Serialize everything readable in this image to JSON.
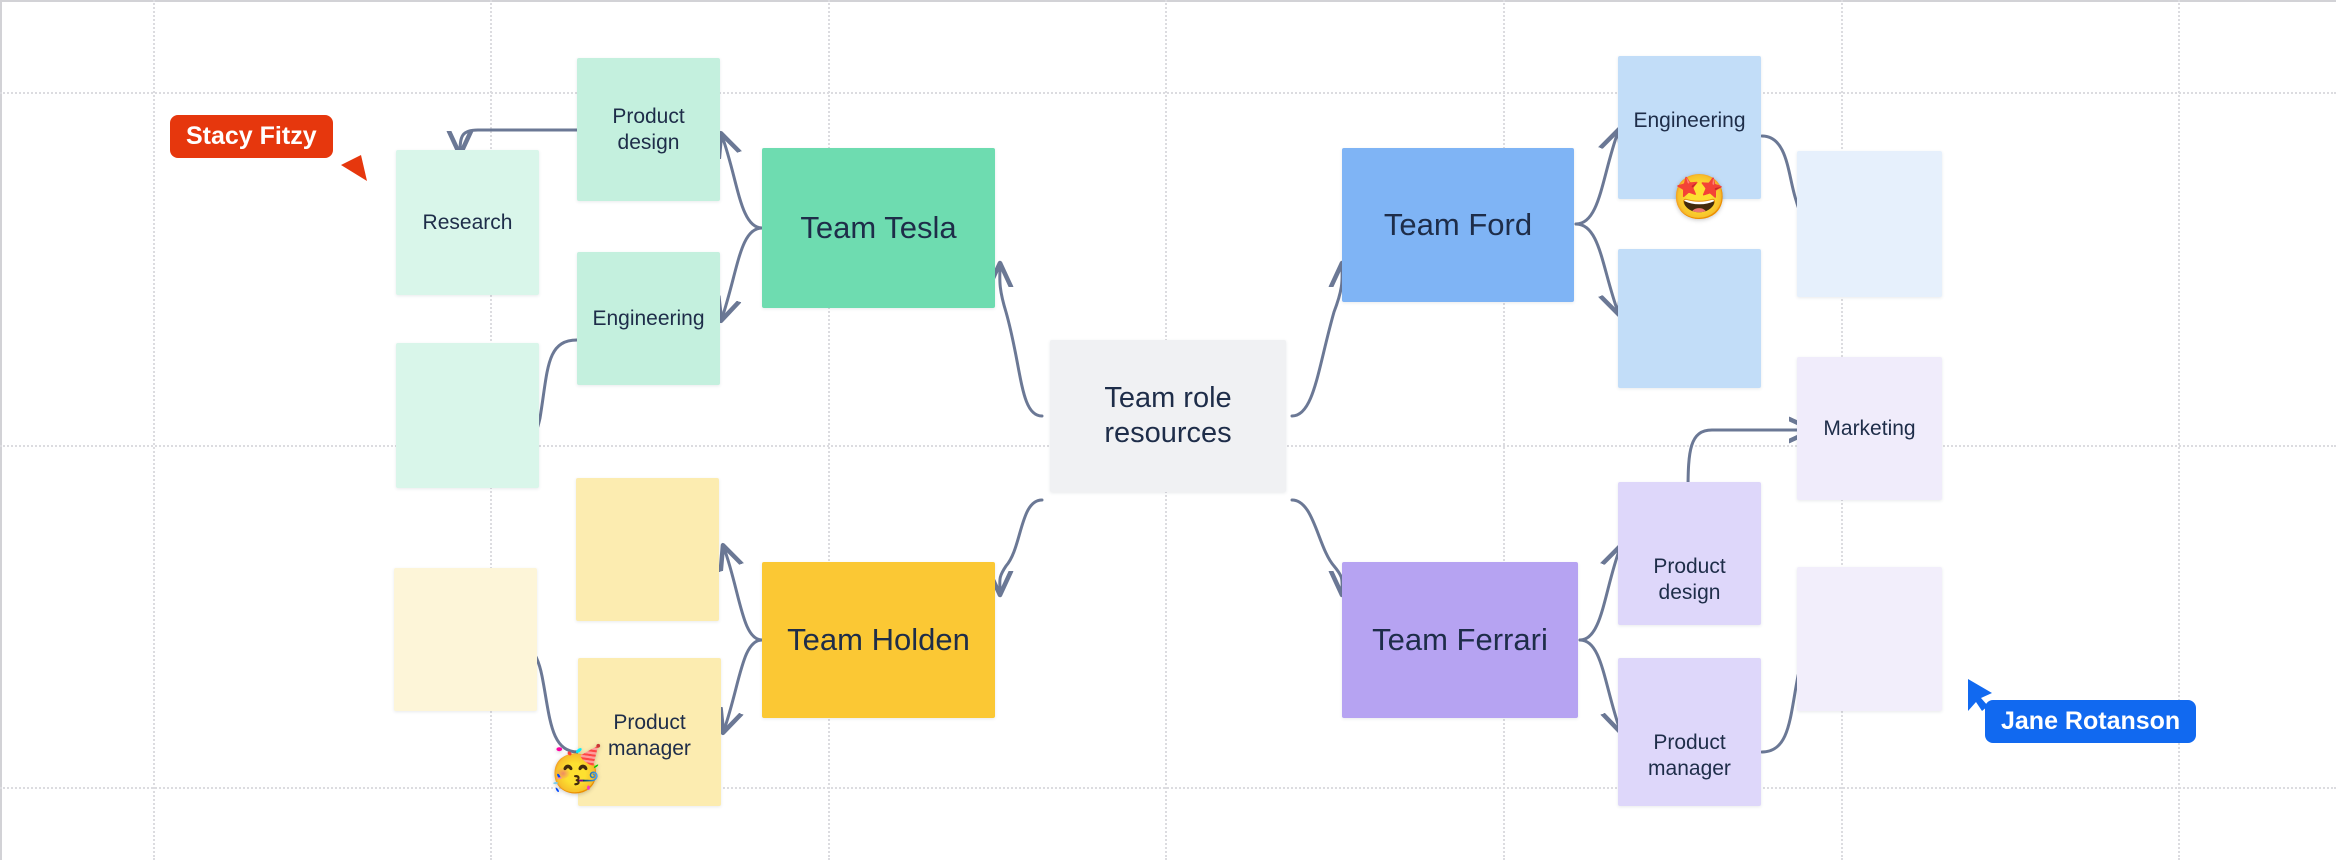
{
  "canvas": {
    "type": "whiteboard-canvas",
    "background_color": "#ffffff",
    "grid": {
      "style": "dotted",
      "color": "#dcdce0",
      "vertical_x": [
        153,
        490,
        828,
        1165,
        1503,
        1841,
        2178
      ],
      "horizontal_y": [
        92,
        445,
        787
      ]
    }
  },
  "center_node": {
    "label": "Team role resources",
    "color": "#f0f1f3"
  },
  "teams": [
    {
      "id": "tesla",
      "label": "Team Tesla",
      "color": "#6edcb0",
      "children": [
        {
          "label": "Product design",
          "color": "#c4f0de"
        },
        {
          "label": "Engineering",
          "color": "#c4f0de"
        }
      ],
      "grandchildren": [
        {
          "label": "Research",
          "color": "#d9f6ea"
        },
        {
          "label": "",
          "color": "#d9f6ea"
        }
      ]
    },
    {
      "id": "holden",
      "label": "Team Holden",
      "color": "#fbc834",
      "children": [
        {
          "label": "",
          "color": "#fcecb0"
        },
        {
          "label": "Product manager",
          "color": "#fcecb0"
        }
      ],
      "grandchildren": [
        {
          "label": "",
          "color": "#fdf5d8"
        }
      ]
    },
    {
      "id": "ford",
      "label": "Team Ford",
      "color": "#7fb4f5",
      "children": [
        {
          "label": "Engineering",
          "color": "#c2ddf8"
        },
        {
          "label": "",
          "color": "#c2ddf8"
        }
      ],
      "grandchildren": [
        {
          "label": "",
          "color": "#e6f0fc"
        }
      ]
    },
    {
      "id": "ferrari",
      "label": "Team Ferrari",
      "color": "#b6a3f2",
      "children": [
        {
          "label": "Product design",
          "color": "#ded7fa"
        },
        {
          "label": "Product manager",
          "color": "#ded7fa"
        }
      ],
      "grandchildren": [
        {
          "label": "Marketing",
          "color": "#f0ecfb"
        },
        {
          "label": "",
          "color": "#f2eefb"
        }
      ]
    }
  ],
  "emojis": [
    {
      "name": "party-face-emoji",
      "glyph": "🥳"
    },
    {
      "name": "star-struck-face-emoji",
      "glyph": "🤩"
    }
  ],
  "cursors": [
    {
      "name": "Stacy Fitzy",
      "color": "#e6370d",
      "direction": "left"
    },
    {
      "name": "Jane Rotanson",
      "color": "#1169f0",
      "direction": "right"
    }
  ],
  "edge_color": "#6b7895"
}
